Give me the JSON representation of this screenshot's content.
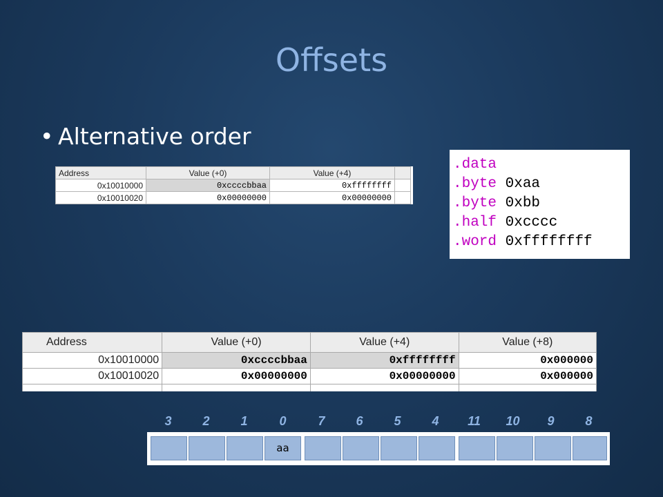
{
  "slide": {
    "title": "Offsets",
    "bullet": "Alternative order"
  },
  "mem_small": {
    "headers": [
      "Address",
      "Value (+0)",
      "Value (+4)"
    ],
    "rows": [
      {
        "address": "0x10010000",
        "v0": "0xccccbbaa",
        "v4": "0xffffffff"
      },
      {
        "address": "0x10010020",
        "v0": "0x00000000",
        "v4": "0x00000000"
      }
    ]
  },
  "code": [
    {
      "kw": ".data",
      "arg": ""
    },
    {
      "kw": ".byte",
      "arg": "0xaa"
    },
    {
      "kw": ".byte",
      "arg": "0xbb"
    },
    {
      "kw": ".half",
      "arg": "0xcccc"
    },
    {
      "kw": ".word",
      "arg": "0xffffffff"
    }
  ],
  "mem_big": {
    "headers": [
      "Address",
      "Value (+0)",
      "Value (+4)",
      "Value (+8)"
    ],
    "rows": [
      {
        "address": "0x10010000",
        "v0": "0xccccbbaa",
        "v4": "0xffffffff",
        "v8": "0x000000"
      },
      {
        "address": "0x10010020",
        "v0": "0x00000000",
        "v4": "0x00000000",
        "v8": "0x000000"
      }
    ]
  },
  "byte_indices": [
    "3",
    "2",
    "1",
    "0",
    "7",
    "6",
    "5",
    "4",
    "11",
    "10",
    "9",
    "8"
  ],
  "byte_cells": [
    "",
    "",
    "",
    "aa",
    "",
    "",
    "",
    "",
    "",
    "",
    "",
    ""
  ],
  "colors": {
    "title": "#8fb4e3",
    "cell_fill": "#9db8dc",
    "keyword": "#c000c0"
  }
}
